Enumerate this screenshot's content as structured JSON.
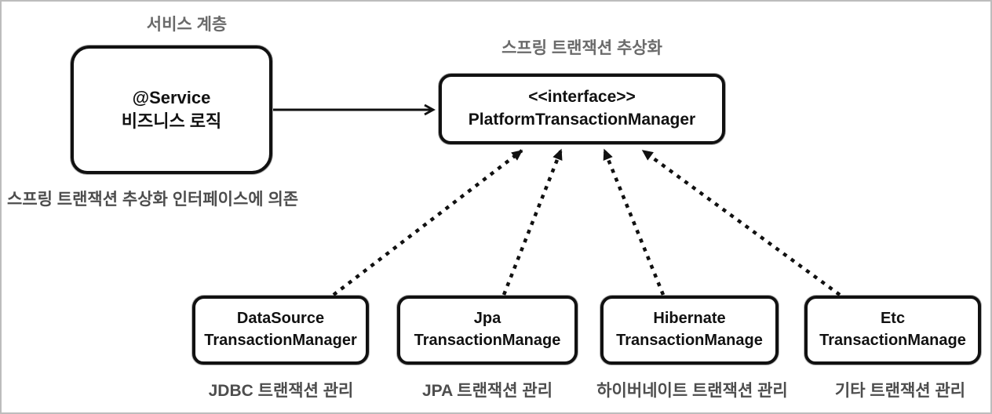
{
  "labels": {
    "service_layer": "서비스 계층",
    "abstraction": "스프링 트랜잭션 추상화",
    "depends": "스프링 트랜잭션 추상화 인터페이스에 의존"
  },
  "nodes": {
    "service": {
      "line1": "@Service",
      "line2": "비즈니스 로직"
    },
    "interface": {
      "line1": "<<interface>>",
      "line2": "PlatformTransactionManager"
    },
    "datasource": {
      "line1": "DataSource",
      "line2": "TransactionManager",
      "caption": "JDBC 트랜잭션 관리"
    },
    "jpa": {
      "line1": "Jpa",
      "line2": "TransactionManage",
      "caption": "JPA 트랜잭션 관리"
    },
    "hibernate": {
      "line1": "Hibernate",
      "line2": "TransactionManage",
      "caption": "하이버네이트 트랜잭션 관리"
    },
    "etc": {
      "line1": "Etc",
      "line2": "TransactionManage",
      "caption": "기타 트랜잭션 관리"
    }
  },
  "colors": {
    "node_border": "#111111",
    "arrow": "#111111",
    "heading_gray": "#6a6a6a",
    "caption_gray": "#4d4d4d",
    "frame_border": "#bdbdbd",
    "background": "#ffffff"
  }
}
